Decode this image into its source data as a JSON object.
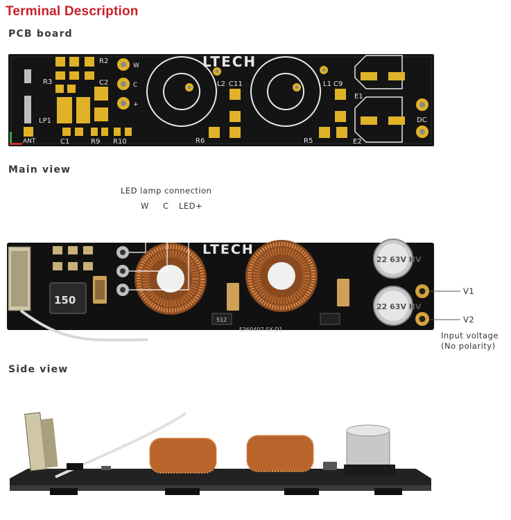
{
  "page": {
    "title": "Terminal Description"
  },
  "sections": {
    "pcb": "PCB board",
    "main": "Main view",
    "side": "Side view"
  },
  "pcb_labels": {
    "brand": "LTECH",
    "r2": "R2",
    "r3": "R3",
    "c2": "C2",
    "lp1": "LP1",
    "c1": "C1",
    "r9": "R9",
    "r10": "R10",
    "ant": "ANT",
    "w": "W",
    "c": "C",
    "plus": "+",
    "l2": "L2",
    "c11": "C11",
    "l1": "L1",
    "c9": "C9",
    "r6": "R6",
    "r5": "R5",
    "e1": "E1",
    "e2": "E2",
    "dc": "DC"
  },
  "main_view": {
    "led_lamp_connection": "LED lamp connection",
    "w": "W",
    "c": "C",
    "led_plus": "LED+",
    "v1": "V1",
    "v2": "V2",
    "input_voltage": "Input voltage",
    "no_polarity": "(No polarity)",
    "inductor_code": "150",
    "cap_text_1": "22 63V HV",
    "cap_text_2": "22 63V HV",
    "board_code": "E360407 SX-D1",
    "resistor_code": "512"
  },
  "colors": {
    "title": "#c8202a",
    "pcb": "#141414",
    "pad": "#e0b227",
    "silk": "#e8e8e8",
    "copper": "#c8763a"
  }
}
